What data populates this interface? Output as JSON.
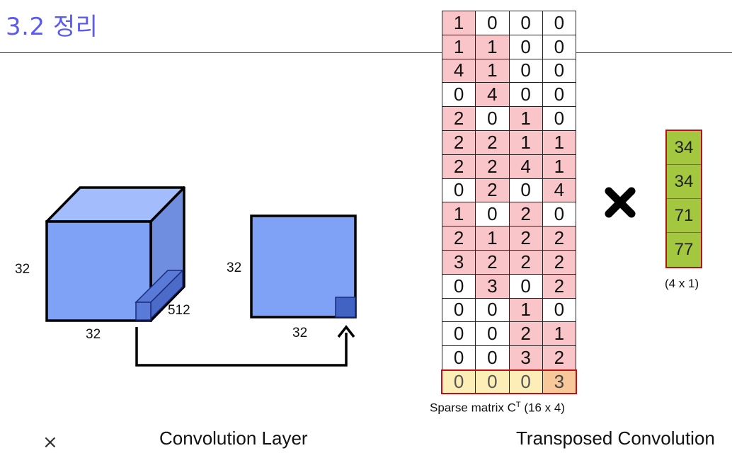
{
  "title": "3.2 정리",
  "cube": {
    "height_label": "32",
    "width_label": "32",
    "depth_label": "512"
  },
  "square": {
    "height_label": "32",
    "width_label": "32"
  },
  "captions": {
    "left": "Convolution Layer",
    "right": "Transposed Convolution"
  },
  "close_symbol": "×",
  "matrix": {
    "label_prefix": "Sparse matrix C",
    "label_superscript": "T",
    "label_suffix": " (16 x 4)",
    "rows": [
      [
        "1",
        "0",
        "0",
        "0"
      ],
      [
        "1",
        "1",
        "0",
        "0"
      ],
      [
        "4",
        "1",
        "0",
        "0"
      ],
      [
        "0",
        "4",
        "0",
        "0"
      ],
      [
        "2",
        "0",
        "1",
        "0"
      ],
      [
        "2",
        "2",
        "1",
        "1"
      ],
      [
        "2",
        "2",
        "4",
        "1"
      ],
      [
        "0",
        "2",
        "0",
        "4"
      ],
      [
        "1",
        "0",
        "2",
        "0"
      ],
      [
        "2",
        "1",
        "2",
        "2"
      ],
      [
        "3",
        "2",
        "2",
        "2"
      ],
      [
        "0",
        "3",
        "0",
        "2"
      ],
      [
        "0",
        "0",
        "1",
        "0"
      ],
      [
        "0",
        "0",
        "2",
        "1"
      ],
      [
        "0",
        "0",
        "3",
        "2"
      ],
      [
        "0",
        "0",
        "0",
        "3"
      ]
    ],
    "shading": [
      [
        "p",
        "w",
        "w",
        "w"
      ],
      [
        "p",
        "p",
        "w",
        "w"
      ],
      [
        "p",
        "p",
        "w",
        "w"
      ],
      [
        "w",
        "p",
        "w",
        "w"
      ],
      [
        "p",
        "w",
        "p",
        "w"
      ],
      [
        "p",
        "p",
        "p",
        "p"
      ],
      [
        "p",
        "p",
        "p",
        "p"
      ],
      [
        "w",
        "p",
        "w",
        "p"
      ],
      [
        "p",
        "w",
        "p",
        "w"
      ],
      [
        "p",
        "p",
        "p",
        "p"
      ],
      [
        "p",
        "p",
        "p",
        "p"
      ],
      [
        "w",
        "p",
        "w",
        "p"
      ],
      [
        "w",
        "w",
        "p",
        "w"
      ],
      [
        "w",
        "w",
        "p",
        "p"
      ],
      [
        "w",
        "w",
        "p",
        "p"
      ],
      [
        "y",
        "y",
        "y",
        "o"
      ]
    ]
  },
  "vector": {
    "values": [
      "34",
      "34",
      "71",
      "77"
    ],
    "label": "(4 x 1)"
  },
  "colors": {
    "title": "#5b5bf0",
    "cube_front": "#7fa2f7",
    "cube_top": "#a3bcfb",
    "cube_side": "#6f8ee0",
    "pink": "#f9c5c9",
    "green": "#a3c73f",
    "outline_red": "#c0101a"
  },
  "icons": {
    "multiply": "heavy-multiplication-x-icon",
    "close": "close-icon"
  }
}
